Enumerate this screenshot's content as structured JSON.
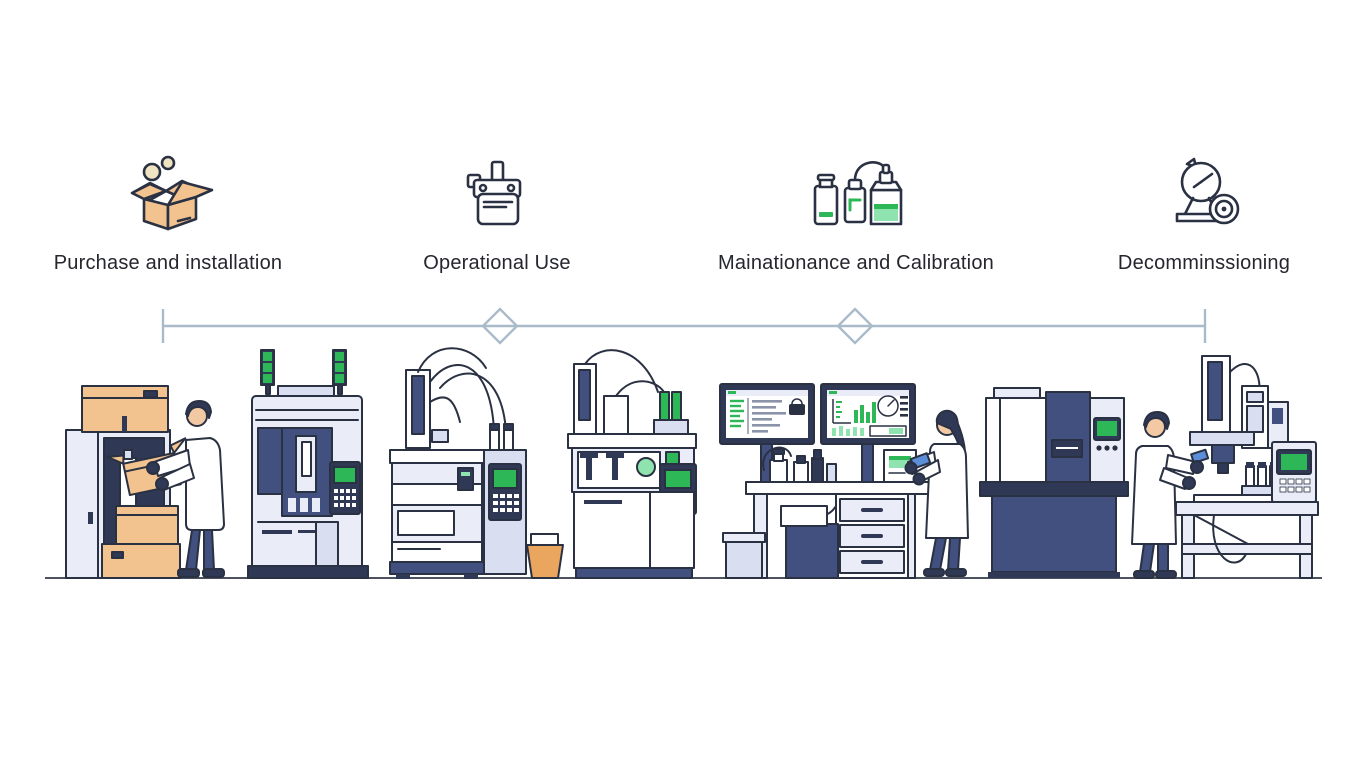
{
  "stages": [
    {
      "id": "purchase",
      "label": "Purchase and installation",
      "icon": "open-box-icon"
    },
    {
      "id": "operational",
      "label": "Operational Use",
      "icon": "analyzer-device-icon"
    },
    {
      "id": "maintenance",
      "label": "Mainationance and Calibration",
      "icon": "reagent-bottles-icon"
    },
    {
      "id": "decommission",
      "label": "Decomminssioning",
      "icon": "pressure-gauge-icon"
    }
  ],
  "timeline": {
    "milestone_marker": "diamond",
    "milestone_count": 2,
    "end_ticks": 2
  },
  "illustration": {
    "scenes": [
      {
        "name": "unpacking-installation",
        "alt": "Technician in white lab coat unpacking cardboard boxes into a service cabinet beside a tall analyzer with green stack lights"
      },
      {
        "name": "operational-instruments",
        "alt": "Two benchtop chromatography instruments with green control screens, connecting tubing and an orange waste bin"
      },
      {
        "name": "monitoring-workstation",
        "alt": "Scientist at a desk with two monitors showing green data charts, reagent bottles, drawer unit and a printer"
      },
      {
        "name": "decommissioning-bench",
        "alt": "Technician dismantling a bench-mounted instrument next to a boxy analyzer on a dark cabinet bench"
      }
    ]
  },
  "colors": {
    "text": "#25262e",
    "ink": "#2a3142",
    "navy": "#41507e",
    "navy_deep": "#2f3854",
    "lavender": "#d9dff0",
    "lavender_light": "#eaedf8",
    "steel": "#a9bac9",
    "orange": "#f2c28f",
    "orange_deep": "#eaa55f",
    "green": "#2eb757",
    "green_soft": "#8fe3ae",
    "skin": "#f3c9a4",
    "tan": "#f0e3c2",
    "blue_device": "#5b8dd9",
    "ground": "#4d5260"
  }
}
